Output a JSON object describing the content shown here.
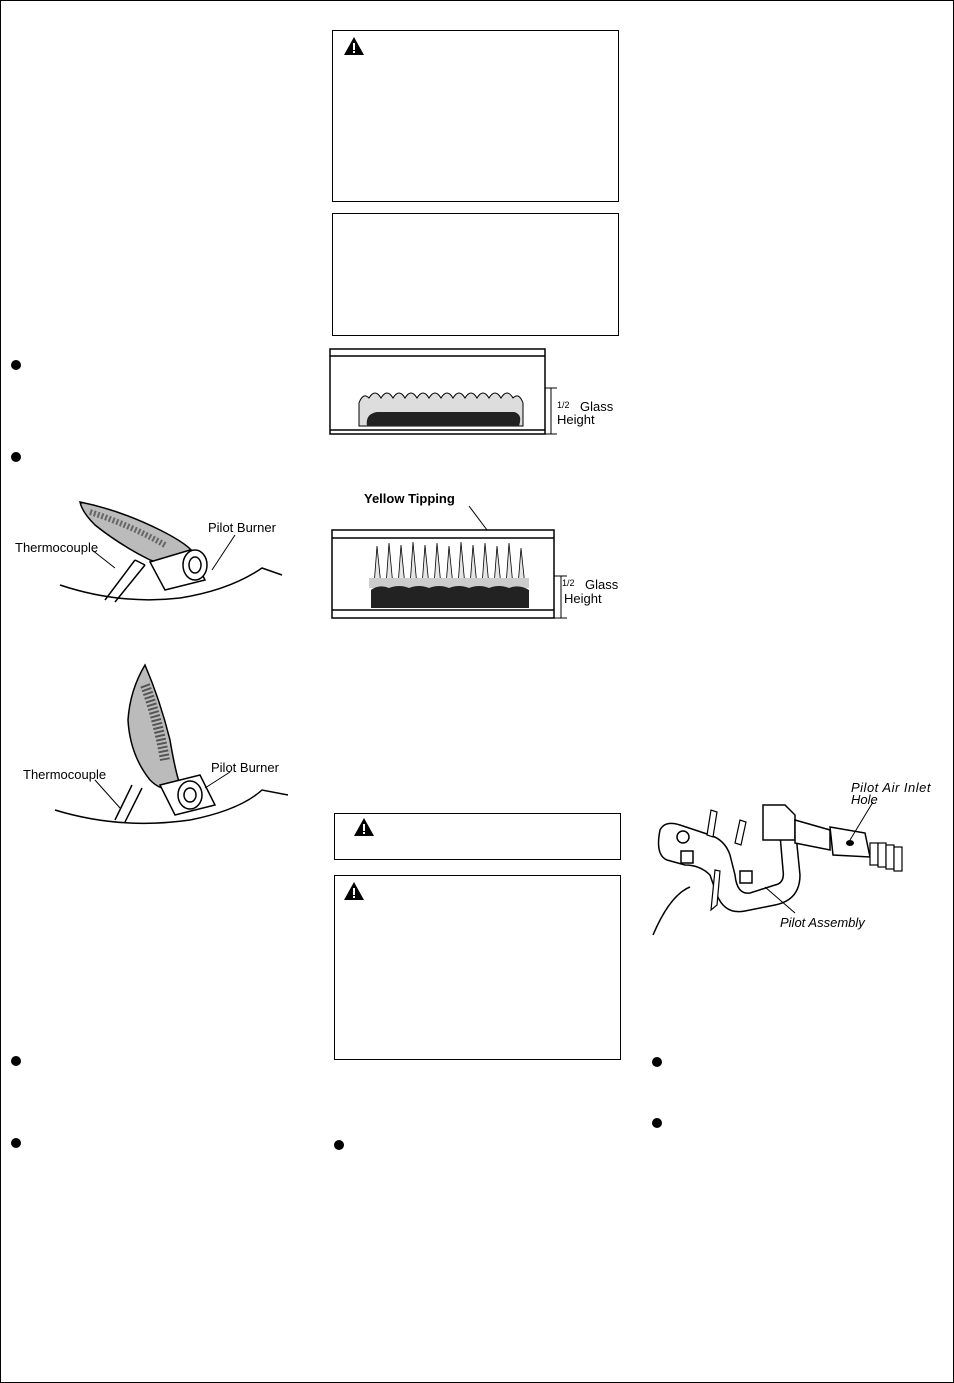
{
  "figures": {
    "pilot_flame_correct": {
      "thermocouple_label": "Thermocouple",
      "pilot_burner_label": "Pilot Burner"
    },
    "pilot_flame_incorrect": {
      "thermocouple_label": "Thermocouple",
      "pilot_burner_label": "Pilot Burner"
    },
    "burner_flame_normal": {
      "height_fraction": "1/2",
      "height_label_1": "Glass",
      "height_label_2": "Height"
    },
    "burner_flame_yellow": {
      "yellow_tipping_label": "Yellow Tipping",
      "height_fraction": "1/2",
      "height_label_1": "Glass",
      "height_label_2": "Height"
    },
    "pilot_assembly": {
      "air_inlet_label_1": "Pilot Air Inlet",
      "air_inlet_label_2": "Hole",
      "assembly_label": "Pilot Assembly"
    }
  },
  "colors": {
    "ink": "#000000",
    "paper": "#ffffff"
  }
}
